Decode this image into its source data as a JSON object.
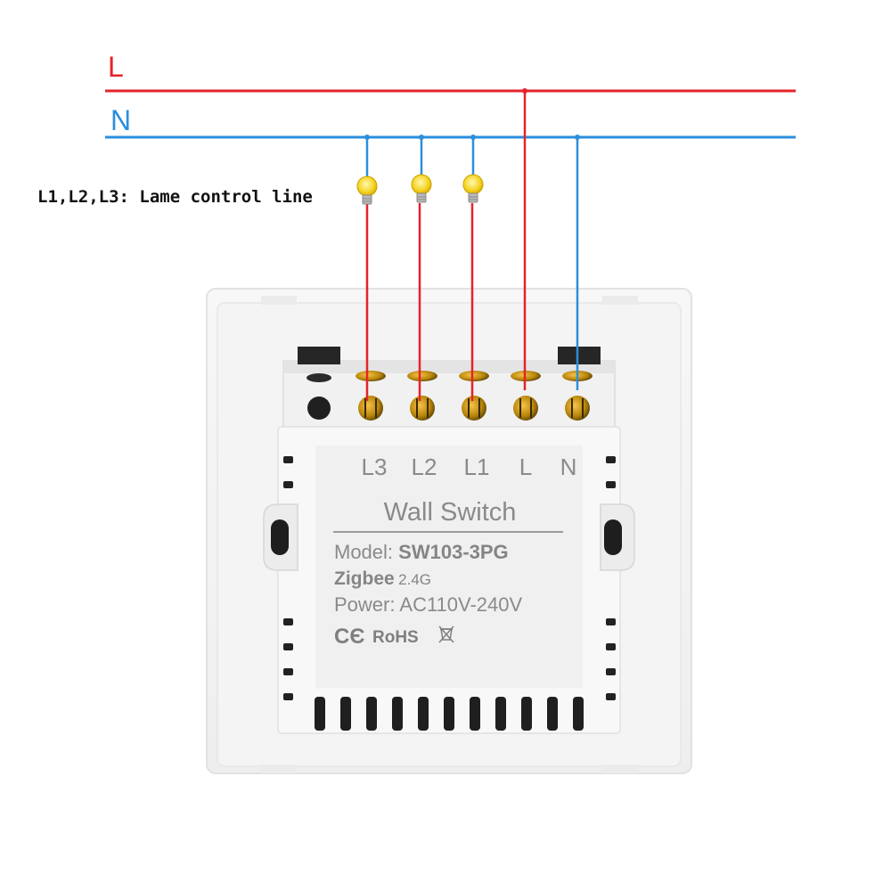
{
  "mains": {
    "live_label": "L",
    "neutral_label": "N",
    "live_color": "#e5232b",
    "neutral_color": "#2b8fdc"
  },
  "note": "L1,L2,L3: Lame control line",
  "terminals": [
    "L3",
    "L2",
    "L1",
    "L",
    "N"
  ],
  "label": {
    "title": "Wall Switch",
    "model_prefix": "Model:",
    "model_value": "SW103-3PG",
    "protocol": "Zigbee",
    "frequency": "2.4G",
    "power_prefix": "Power:",
    "power_value": "AC110V-240V",
    "rohs": "RoHS"
  },
  "icons": {
    "bulb": "light-bulb-icon",
    "ce": "ce-mark-icon",
    "weee": "weee-bin-icon"
  }
}
